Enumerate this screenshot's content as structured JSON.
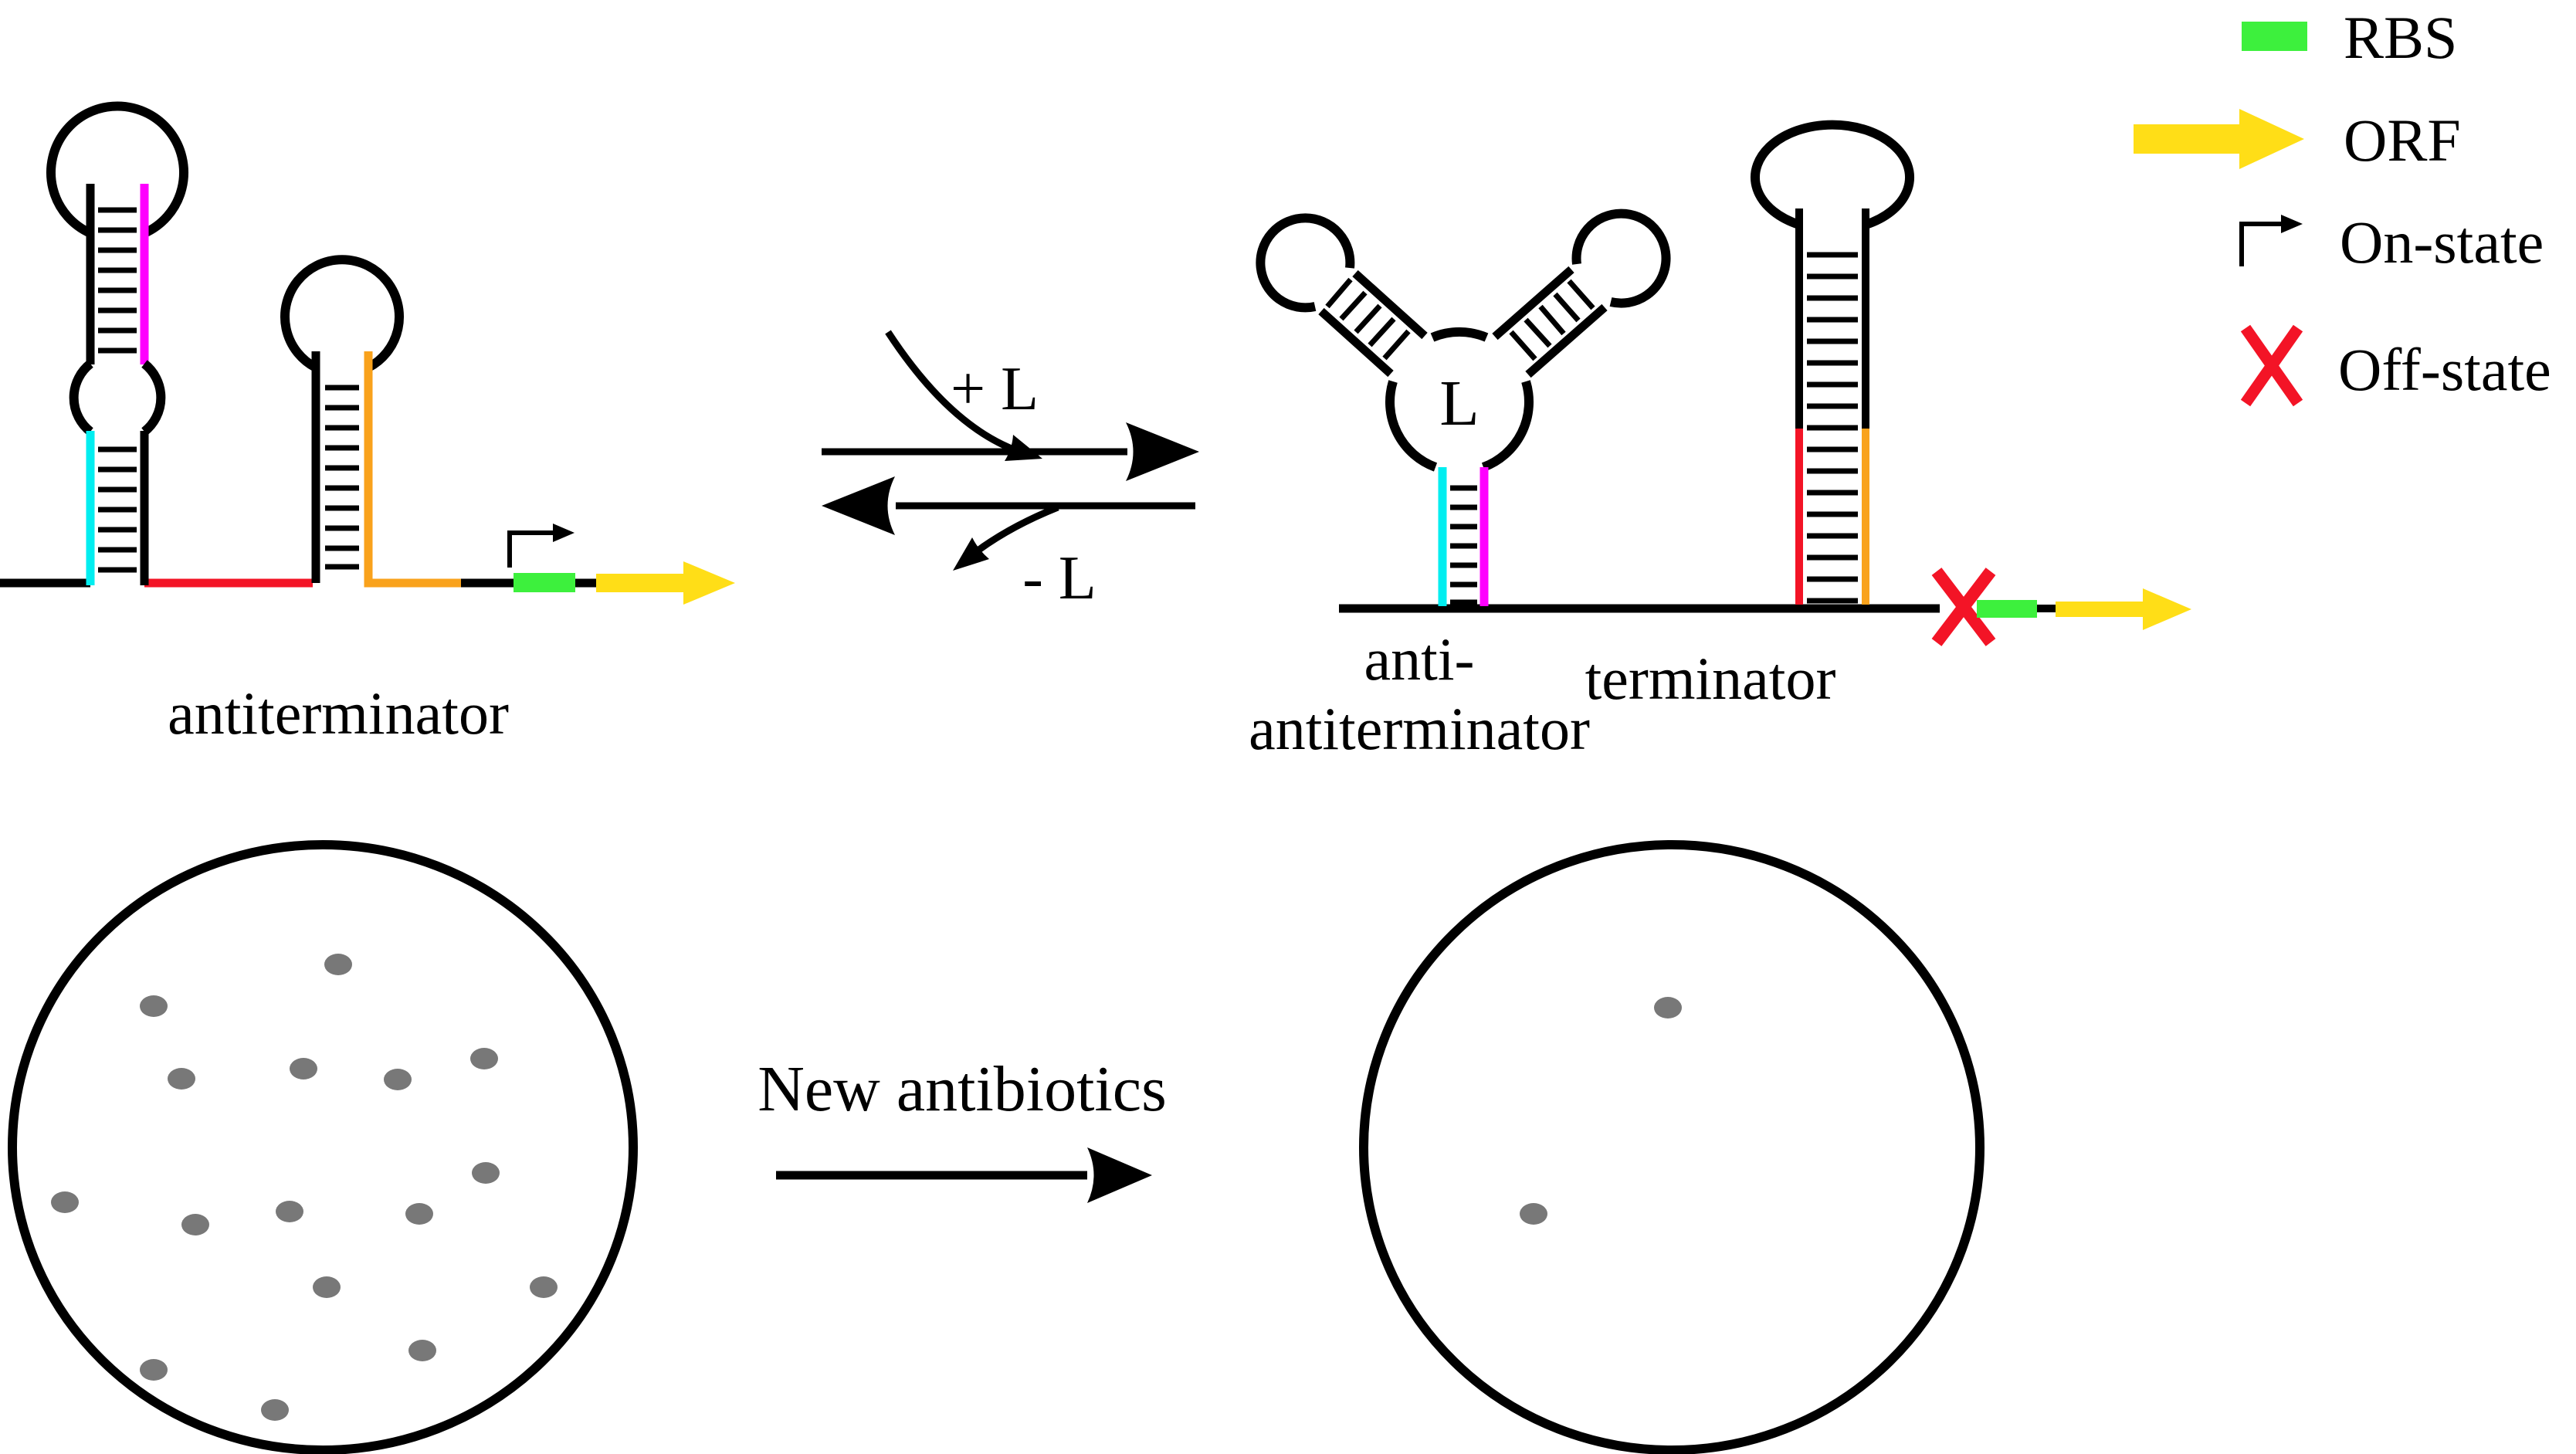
{
  "diagram": {
    "on_state_structure": {
      "label": "antiterminator",
      "elements": [
        "hairpin-1",
        "hairpin-2",
        "rbs",
        "orf",
        "on-state-arrow"
      ]
    },
    "equilibrium": {
      "forward_label": "+ L",
      "reverse_label": "- L"
    },
    "off_state_structure": {
      "ligand_label": "L",
      "label_line1": "anti-",
      "label_line2": "antiterminator",
      "terminator_label": "terminator",
      "elements": [
        "three-way-junction",
        "terminator-hairpin",
        "off-state-x",
        "rbs",
        "orf"
      ]
    }
  },
  "legend": {
    "items": [
      {
        "icon": "rbs-swatch-icon",
        "label": "RBS"
      },
      {
        "icon": "orf-arrow-icon",
        "label": "ORF"
      },
      {
        "icon": "on-state-arrow-icon",
        "label": "On-state"
      },
      {
        "icon": "off-state-x-icon",
        "label": "Off-state"
      }
    ]
  },
  "experiment": {
    "arrow_label": "New antibiotics",
    "plate_before": {
      "colony_count": 16,
      "colonies": [
        [
          438,
          1249
        ],
        [
          199,
          1303
        ],
        [
          235,
          1397
        ],
        [
          393,
          1384
        ],
        [
          515,
          1398
        ],
        [
          627,
          1371
        ],
        [
          629,
          1519
        ],
        [
          84,
          1557
        ],
        [
          253,
          1586
        ],
        [
          375,
          1569
        ],
        [
          543,
          1572
        ],
        [
          423,
          1667
        ],
        [
          704,
          1667
        ],
        [
          547,
          1749
        ],
        [
          199,
          1774
        ],
        [
          356,
          1826
        ]
      ]
    },
    "plate_after": {
      "colony_count": 2,
      "colonies": [
        [
          2160,
          1305
        ],
        [
          1986,
          1572
        ]
      ]
    }
  },
  "colors": {
    "black": "#000000",
    "cyan": "#00eef0",
    "magenta": "#ff00ff",
    "red": "#f31426",
    "orange": "#f9a21c",
    "green": "#3df03d",
    "yellow": "#ffde17",
    "colony": "#787878"
  }
}
